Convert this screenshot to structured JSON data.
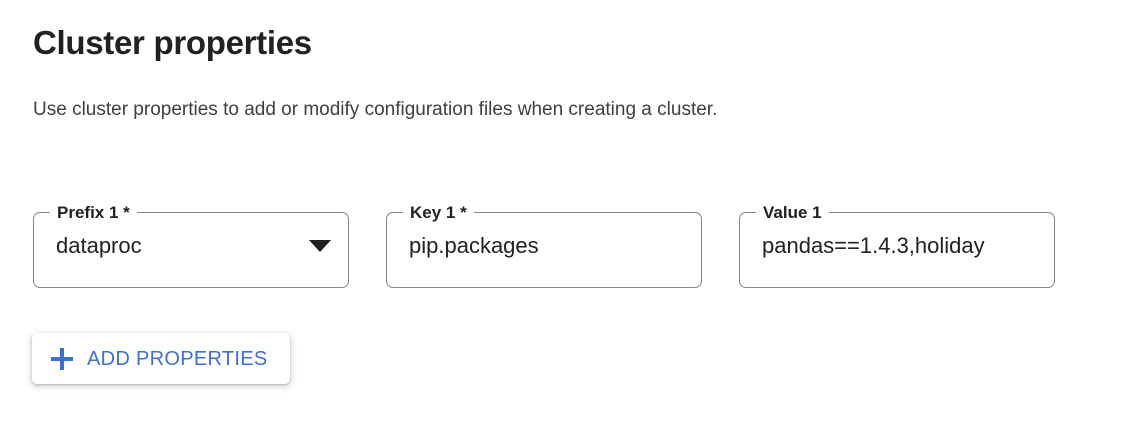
{
  "section": {
    "title": "Cluster properties",
    "description": "Use cluster properties to add or modify configuration files when creating a cluster."
  },
  "form": {
    "fields": [
      {
        "name": "prefix",
        "label": "Prefix 1 *",
        "value": "dataproc",
        "type": "select",
        "icon": "chevron-down-icon"
      },
      {
        "name": "key",
        "label": "Key 1 *",
        "value": "pip.packages",
        "type": "text"
      },
      {
        "name": "value",
        "label": "Value 1",
        "value": "pandas==1.4.3,holiday",
        "type": "text"
      }
    ]
  },
  "actions": {
    "add_properties_label": "ADD PROPERTIES",
    "add_properties_icon": "plus-icon"
  },
  "colors": {
    "accent_blue": "#3b6fd4",
    "text_primary": "#202124",
    "text_secondary": "#3c4043",
    "field_border": "#80868b",
    "background": "#ffffff"
  }
}
